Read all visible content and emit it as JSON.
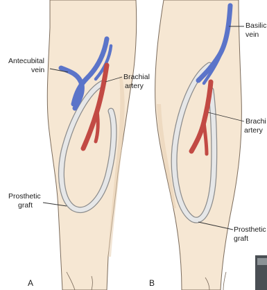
{
  "panels": [
    {
      "letter": "A",
      "labels": {
        "vein_line1": "Antecubital",
        "vein_line2": "vein",
        "artery_line1": "Brachial",
        "artery_line2": "artery",
        "graft_line1": "Prosthetic",
        "graft_line2": "graft"
      }
    },
    {
      "letter": "B",
      "labels": {
        "vein_line1": "Basilic",
        "vein_line2": "vein",
        "artery_line1": "Brachi",
        "artery_line2": "artery",
        "graft_line1": "Prosthetic",
        "graft_line2": "graft"
      }
    }
  ],
  "colors": {
    "background": "#ffffff",
    "skin_fill": "#f6e7d3",
    "skin_shadow": "#e8d0b2",
    "skin_outline": "#7a6a5a",
    "vein": "#5b74c9",
    "vein_dark": "#33489a",
    "artery": "#c24a44",
    "artery_dark": "#8a2a26",
    "graft_fill": "#e6e7e8",
    "graft_outline": "#8c8c8c",
    "leader_line": "#333333"
  },
  "icons": {
    "forearm_a": "forearm-illustration",
    "forearm_b": "upper-arm-illustration"
  }
}
